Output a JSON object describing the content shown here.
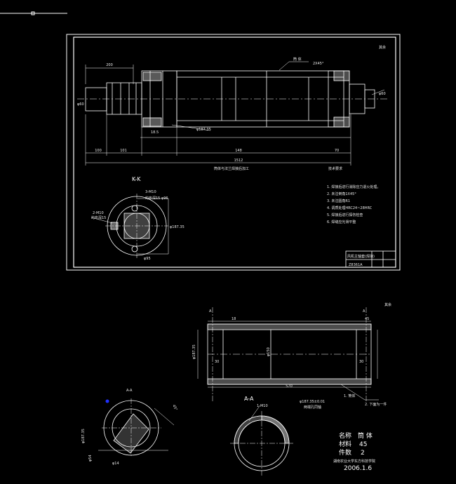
{
  "colors": {
    "background": "#000000",
    "line": "#ffffff",
    "accent": "#2030ff"
  },
  "top_drawing": {
    "section_label": "K-K",
    "roughness_note": "其余",
    "cap_label": "筒 体",
    "chamfer_label": "2X45°",
    "bottom_caption": "筒体与法兰焊接后加工",
    "right_caption": "技术要求",
    "notes": [
      "1. 焊接后进行消除应力退火处理。",
      "2. 未注倒角1X45°",
      "3. 未注圆角R1",
      "4. 调质处理HRC24~28HRC",
      "5. 焊接后进行探伤检查",
      "6. 焊缝应光滑平整"
    ],
    "title_block": {
      "name": "风机主轴套(焊接)",
      "code": "Z8361A"
    }
  },
  "lower_drawing": {
    "roughness_note": "其余",
    "section_label": "A-A",
    "cut_marker": "A",
    "dim_length": "570",
    "dim_bore": "φ150",
    "dim_outer": "φ187.35±0.01",
    "dim_note": "两端孔同轴",
    "callout_1": "1. 筒体",
    "callout_2": "2. 下面为一件",
    "part_info": {
      "name_label": "名称",
      "name_value": "筒 体",
      "material_label": "材料",
      "material_value": "45",
      "qty_label": "件数",
      "qty_value": "2",
      "school": "湖南农业大学东方科技学院",
      "date": "2006.1.6"
    }
  }
}
